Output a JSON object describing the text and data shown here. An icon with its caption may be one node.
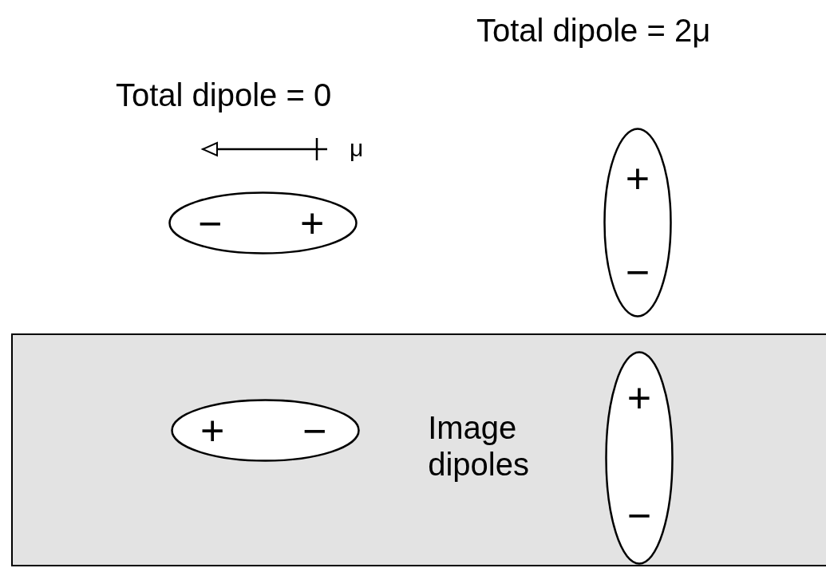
{
  "diagram": {
    "nodes": [
      {
        "text": [
          "−",
          "+"
        ]
      },
      {
        "text": [
          "+",
          "−"
        ]
      },
      {
        "text": [
          "Image dipoles"
        ]
      },
      {
        "text": [
          "+",
          "−"
        ],
        "in": 2
      },
      {
        "text": [
          "+",
          "−"
        ],
        "in": 2
      }
    ],
    "labels": [
      "Total dipole = 2μ",
      "Total dipole = 0",
      "μ"
    ]
  }
}
